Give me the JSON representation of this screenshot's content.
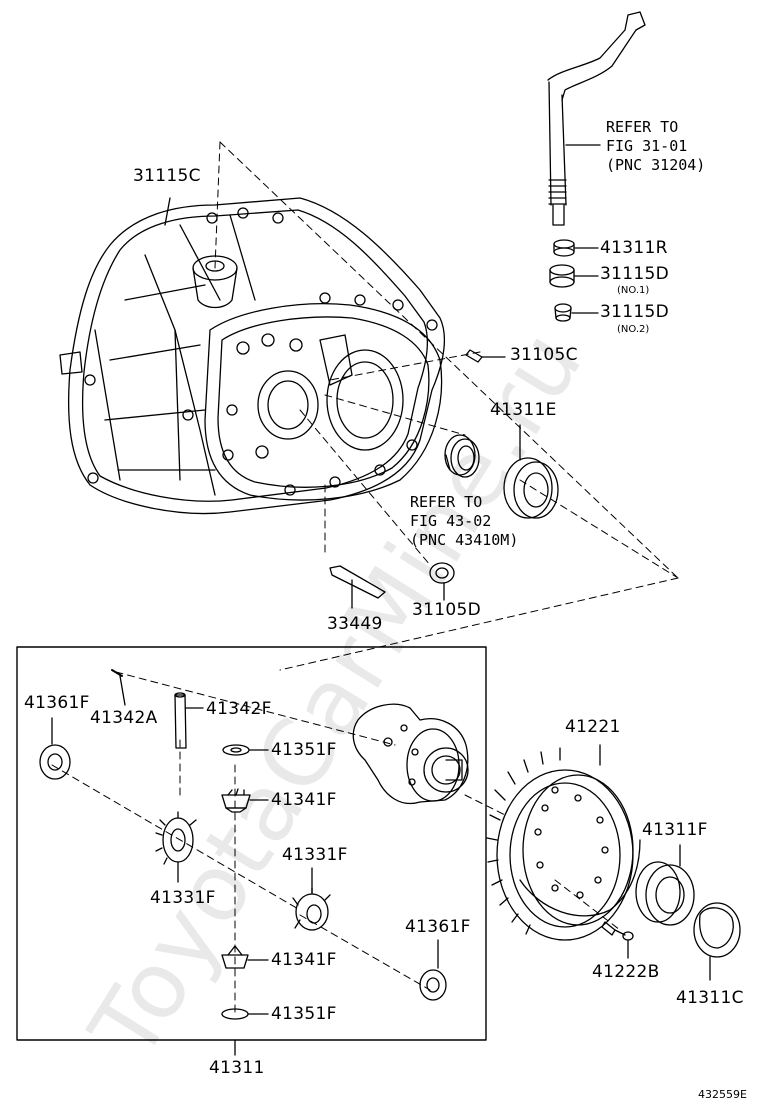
{
  "watermark": "ToyotaCarMine.ru",
  "diagram_code": "432559E",
  "references": [
    {
      "id": "ref-shift-lever",
      "lines": [
        "REFER TO",
        "FIG 31-01",
        "(PNC 31204)"
      ]
    },
    {
      "id": "ref-oil-seal",
      "lines": [
        "REFER TO",
        "FIG 43-02",
        "(PNC 43410M)"
      ]
    }
  ],
  "parts": {
    "p31115C": "31115C",
    "p41311R": "41311R",
    "p31115D_1": "31115D",
    "p31115D_1_note": "(NO.1)",
    "p31115D_2": "31115D",
    "p31115D_2_note": "(NO.2)",
    "p31105C": "31105C",
    "p41311E": "41311E",
    "p33449": "33449",
    "p31105D": "31105D",
    "p41361F_top": "41361F",
    "p41342A": "41342A",
    "p41342F": "41342F",
    "p41351F_top": "41351F",
    "p41341F_top": "41341F",
    "p41331F_left": "41331F",
    "p41331F_right": "41331F",
    "p41341F_bottom": "41341F",
    "p41351F_bottom": "41351F",
    "p41361F_bottom": "41361F",
    "p41221": "41221",
    "p41311F": "41311F",
    "p41222B": "41222B",
    "p41311C": "41311C",
    "p41311": "41311"
  }
}
